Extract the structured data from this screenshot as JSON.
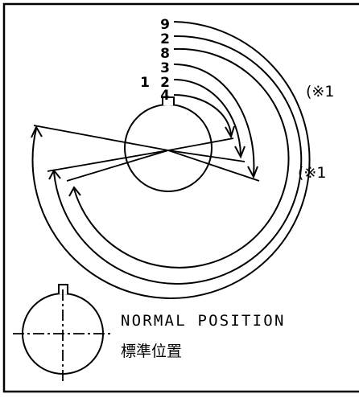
{
  "dial_digits": [
    "9",
    "2",
    "8",
    "3",
    "2",
    "4"
  ],
  "side_digit": "1",
  "notes": [
    "(※1",
    "(※1"
  ],
  "caption": {
    "english": "NORMAL POSITION",
    "japanese": "標準位置"
  },
  "colors": {
    "ink": "#000000",
    "paper": "#ffffff"
  }
}
